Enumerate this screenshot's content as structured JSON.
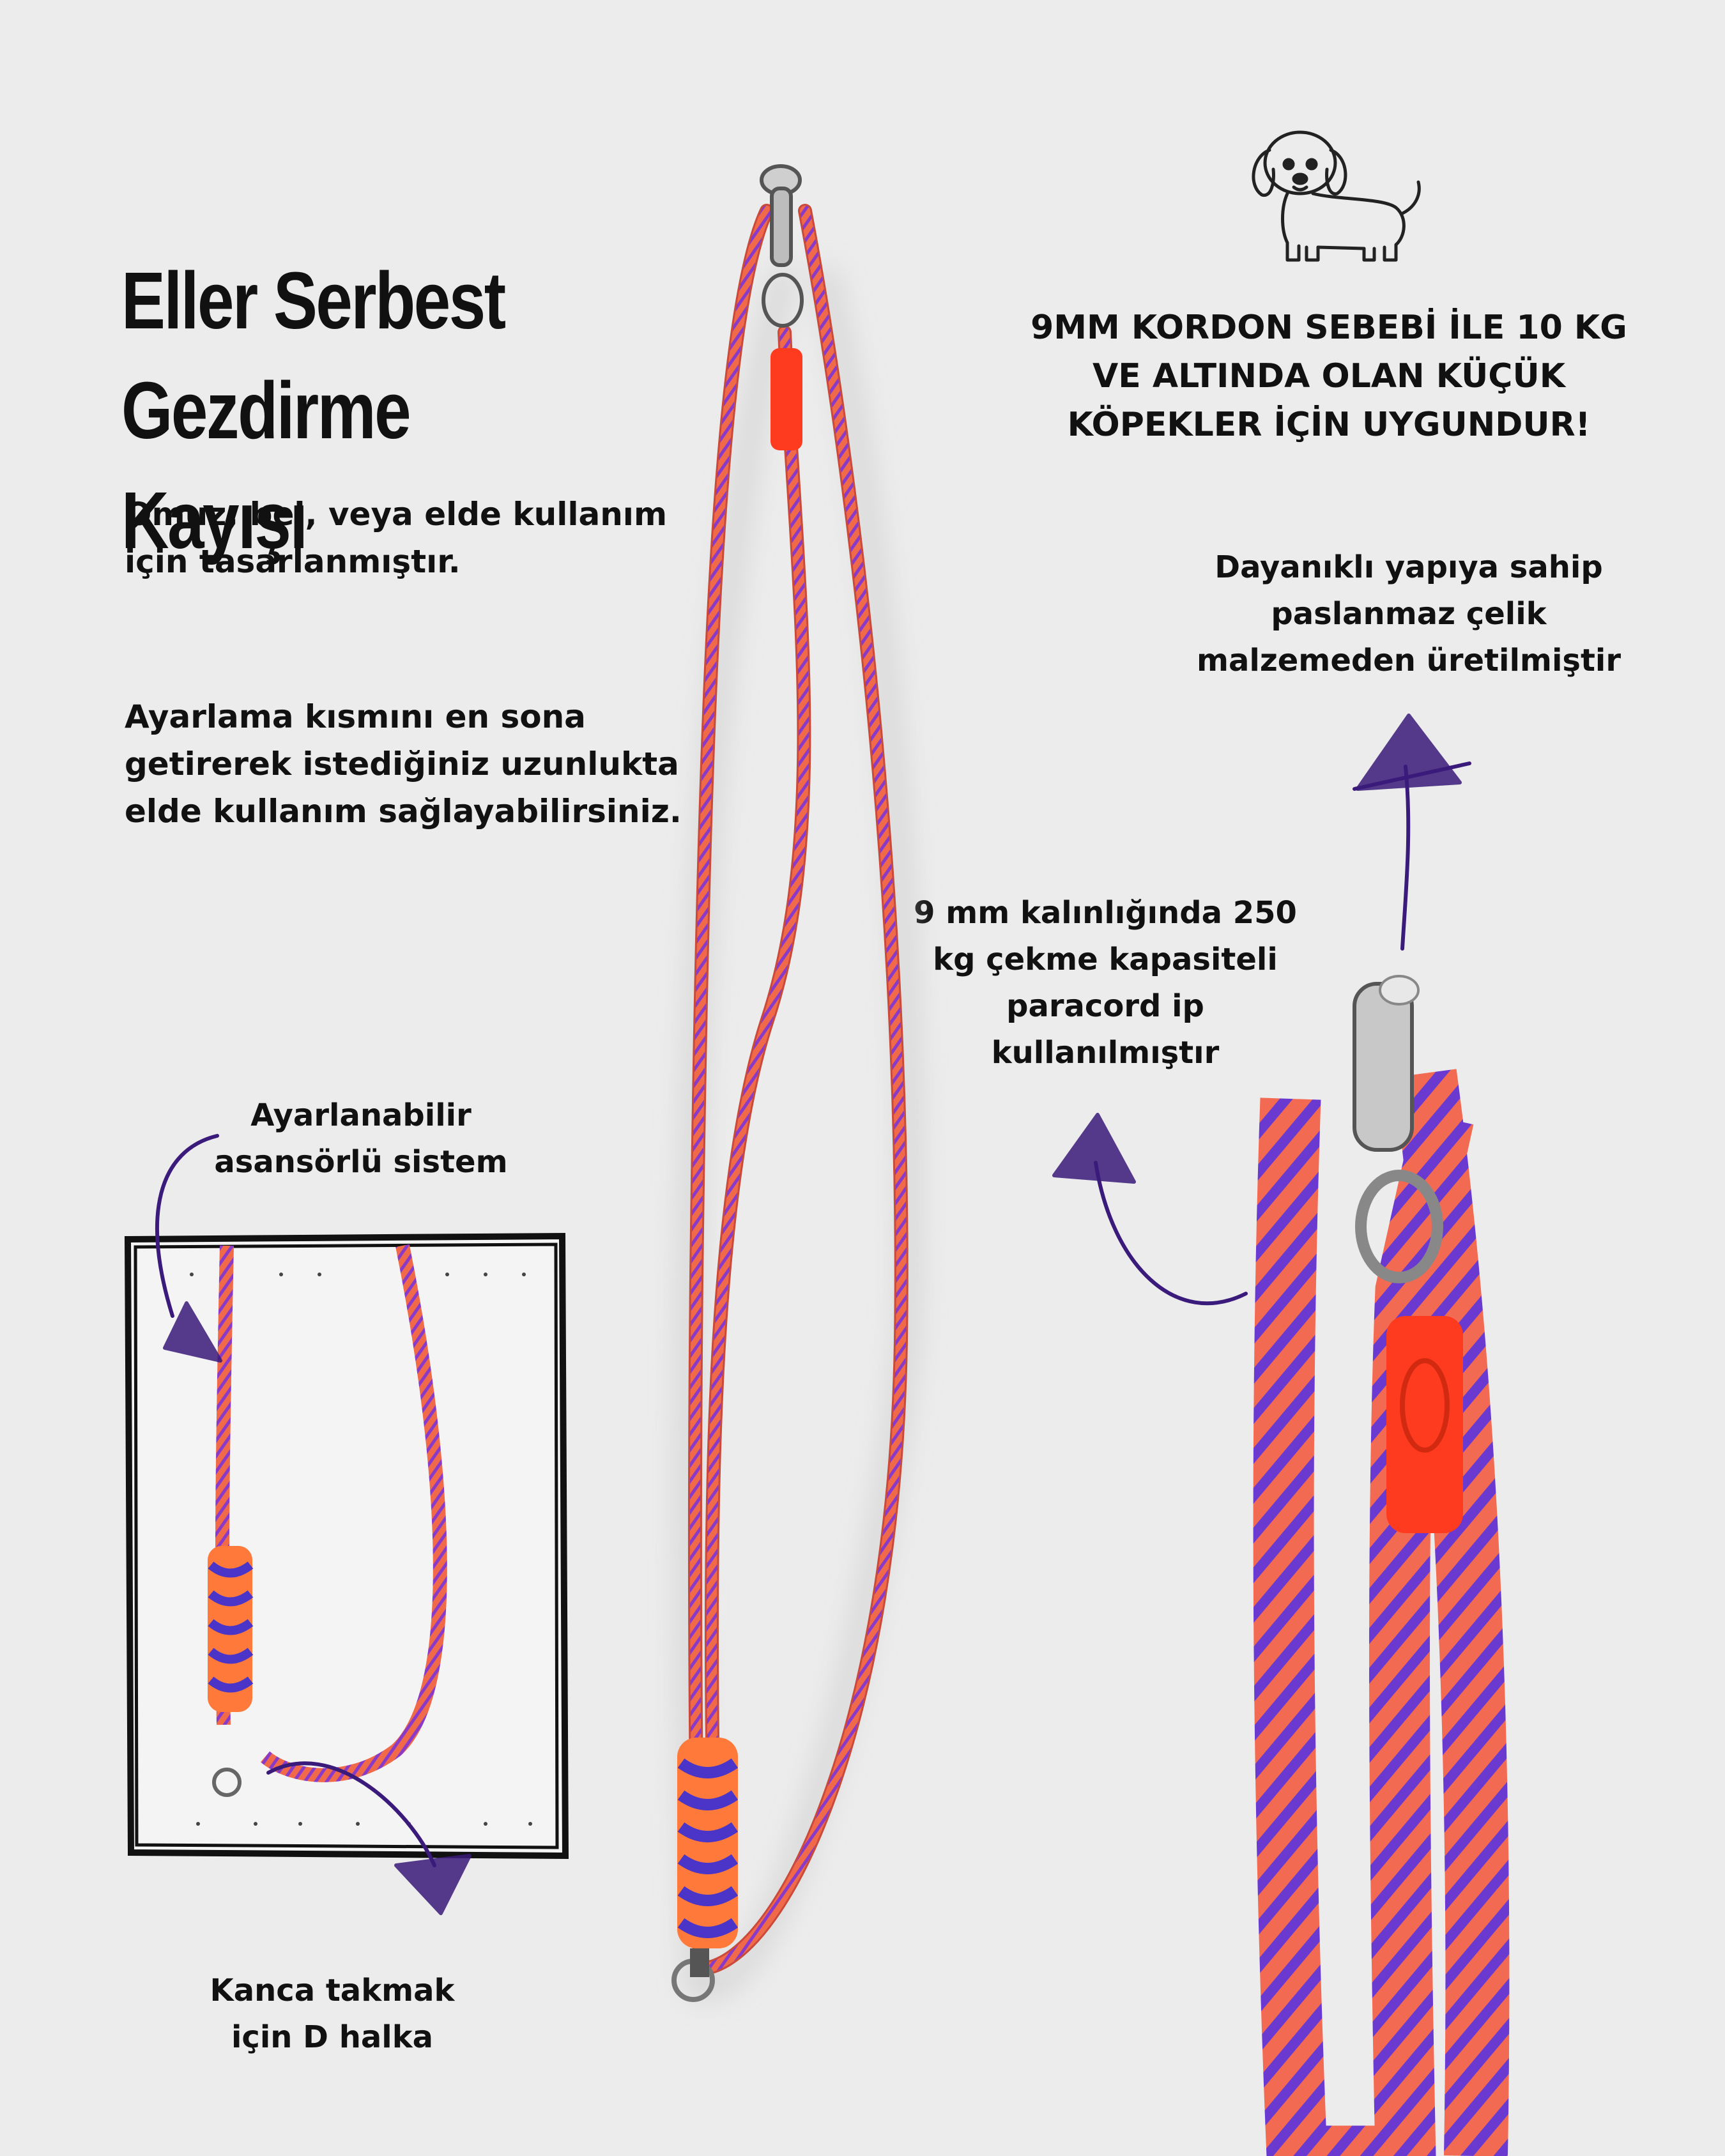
{
  "title": {
    "line1": "Eller Serbest",
    "line2": "Gezdirme Kayışı"
  },
  "usage": {
    "line1": "Omuz, bel, veya elde kullanım",
    "line2": "için tasarlanmıştır."
  },
  "adjust": {
    "line1": "Ayarlama kısmını en sona",
    "line2": "getirerek  istediğiniz uzunlukta",
    "line3": "elde kullanım sağlayabilirsiniz."
  },
  "weight_note": {
    "line1": "9MM KORDON SEBEBİ İLE 10 KG",
    "line2": "VE ALTINDA OLAN KÜÇÜK",
    "line3": "KÖPEKLER İÇİN UYGUNDUR!"
  },
  "steel_note": {
    "line1": "Dayanıklı yapıya sahip",
    "line2": "paslanmaz çelik",
    "line3": "malzemeden üretilmiştir"
  },
  "cord_note": {
    "line1": "9 mm kalınlığında 250",
    "line2": "kg çekme kapasiteli",
    "line3": "paracord ip",
    "line4": "kullanılmıştır"
  },
  "adjustable_note": {
    "line1": "Ayarlanabilir",
    "line2": "asansörlü sistem"
  },
  "dring_note": {
    "line1": "Kanca takmak",
    "line2": "için D halka"
  },
  "colors": {
    "background": "#ececec",
    "cord_orange": "#f06a4a",
    "cord_purple": "#6a3ad0",
    "stopper": "#ff3b1f",
    "arrow_ink": "#3a1a7a",
    "text": "#111111"
  },
  "icons": [
    "dog-icon",
    "arrow-icon",
    "leash-photo",
    "snap-hook-photo"
  ]
}
